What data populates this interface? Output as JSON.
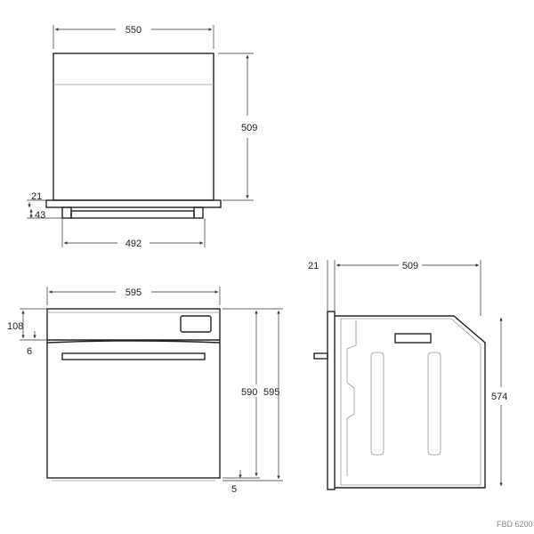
{
  "model": "FBD 6200",
  "top_view": {
    "width": "550",
    "depth": "509",
    "plinth_thickness": "21",
    "foot_height": "43",
    "foot_span": "492"
  },
  "front_view": {
    "width": "595",
    "panel_height": "108",
    "gap": "6",
    "door_height": "590",
    "total_height": "595",
    "bottom_offset": "5"
  },
  "side_view": {
    "door_thickness": "21",
    "depth": "509",
    "height": "574"
  }
}
